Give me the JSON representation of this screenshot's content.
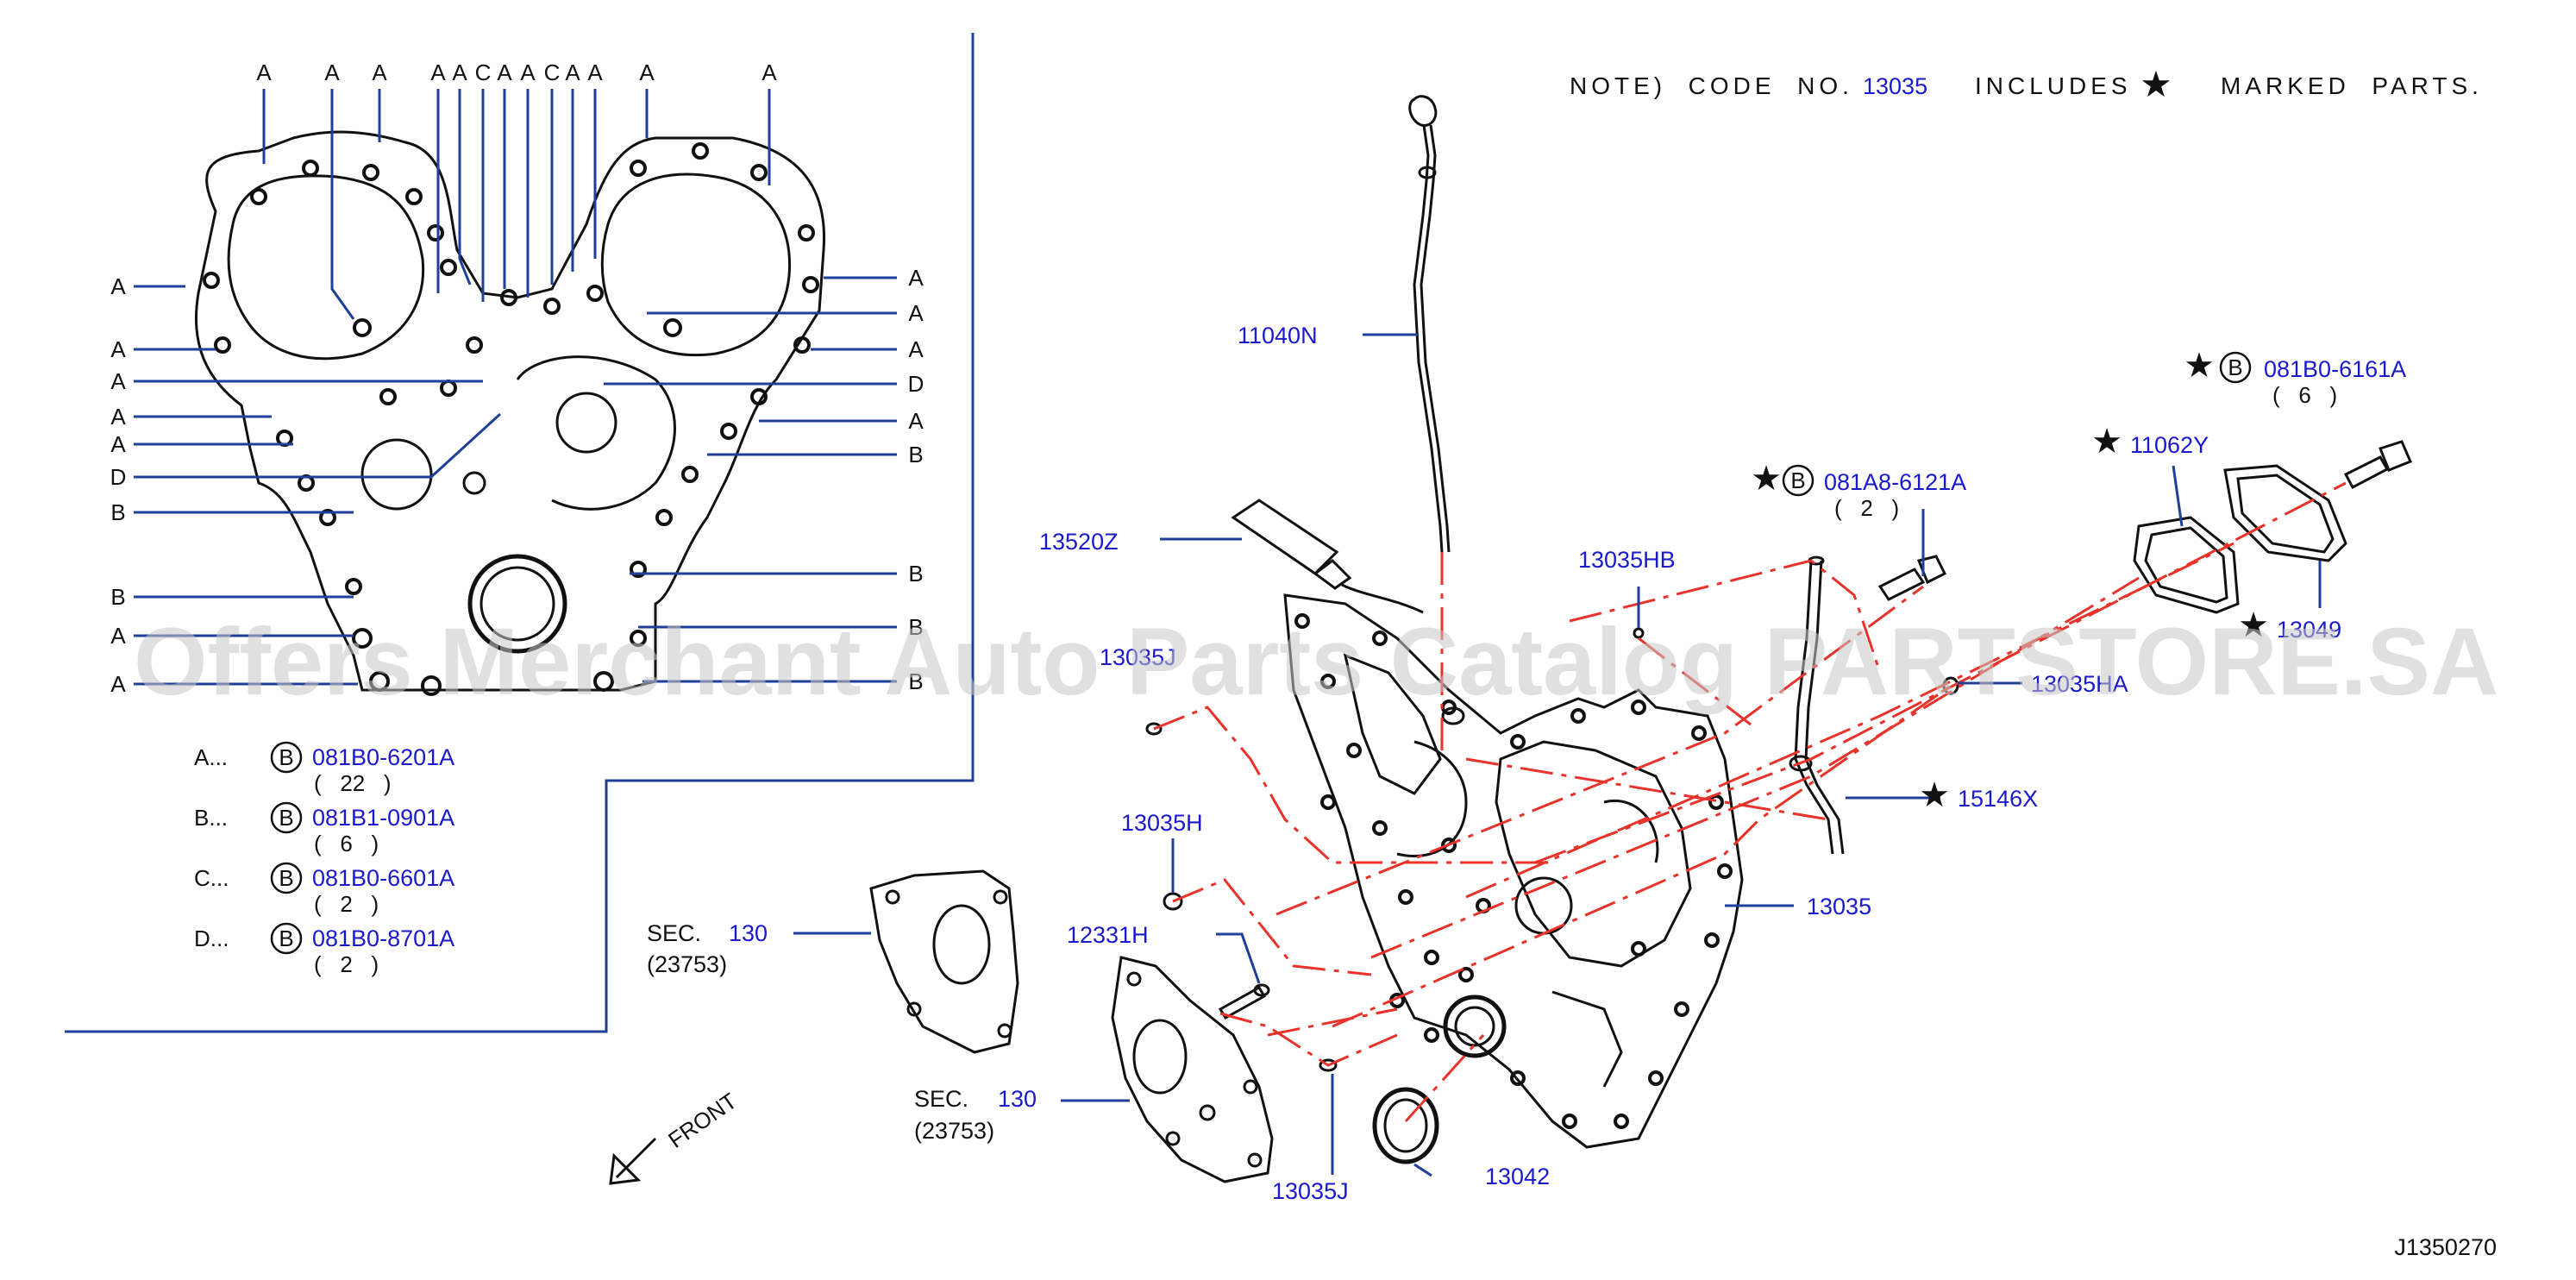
{
  "note": {
    "prefix": "NOTE)  CODE  NO.",
    "code": "13035",
    "includes": "INCLUDES",
    "suffix": "MARKED  PARTS."
  },
  "watermark": "Offers Merchant Auto Parts Catalog PARTSTORE.SA",
  "diagram_id": "J1350270",
  "front_label": "FRONT",
  "inset_letters": {
    "top": [
      "A",
      "A",
      "A",
      "A",
      "A",
      "C",
      "A",
      "A",
      "C",
      "A",
      "A",
      "A",
      "A"
    ],
    "left": [
      "A",
      "A",
      "A",
      "A",
      "A",
      "D",
      "B",
      "B",
      "A",
      "A"
    ],
    "right": [
      "A",
      "A",
      "A",
      "D",
      "A",
      "B",
      "B",
      "B",
      "B"
    ]
  },
  "legend": [
    {
      "letter": "A...",
      "part": "081B0-6201A",
      "qty": "(   22   )"
    },
    {
      "letter": "B...",
      "part": "081B1-0901A",
      "qty": "(   6   )"
    },
    {
      "letter": "C...",
      "part": "081B0-6601A",
      "qty": "(   2   )"
    },
    {
      "letter": "D...",
      "part": "081B0-8701A",
      "qty": "(   2   )"
    }
  ],
  "circle_b": "B",
  "sec_refs": [
    {
      "sec": "SEC.",
      "num": "130",
      "sub": "(23753)"
    },
    {
      "sec": "SEC.",
      "num": "130",
      "sub": "(23753)"
    }
  ],
  "parts": {
    "p11040N": "11040N",
    "p13520Z": "13520Z",
    "p13035J_top": "13035J",
    "p13035H": "13035H",
    "p12331H": "12331H",
    "p13035J_bottom": "13035J",
    "p13042": "13042",
    "p13035": "13035",
    "p13035HB": "13035HB",
    "p13035HA": "13035HA",
    "p15146X": "15146X",
    "p081A8": "081A8-6121A",
    "p081A8_qty": "(   2   )",
    "p11062Y": "11062Y",
    "p081B0_6161A": "081B0-6161A",
    "p081B0_6161A_qty": "(   6   )",
    "p13049": "13049"
  },
  "colors": {
    "label": "#1a1acc",
    "leader": "#1f3f99",
    "centerline": "#e8322a",
    "drawing": "#111111"
  }
}
